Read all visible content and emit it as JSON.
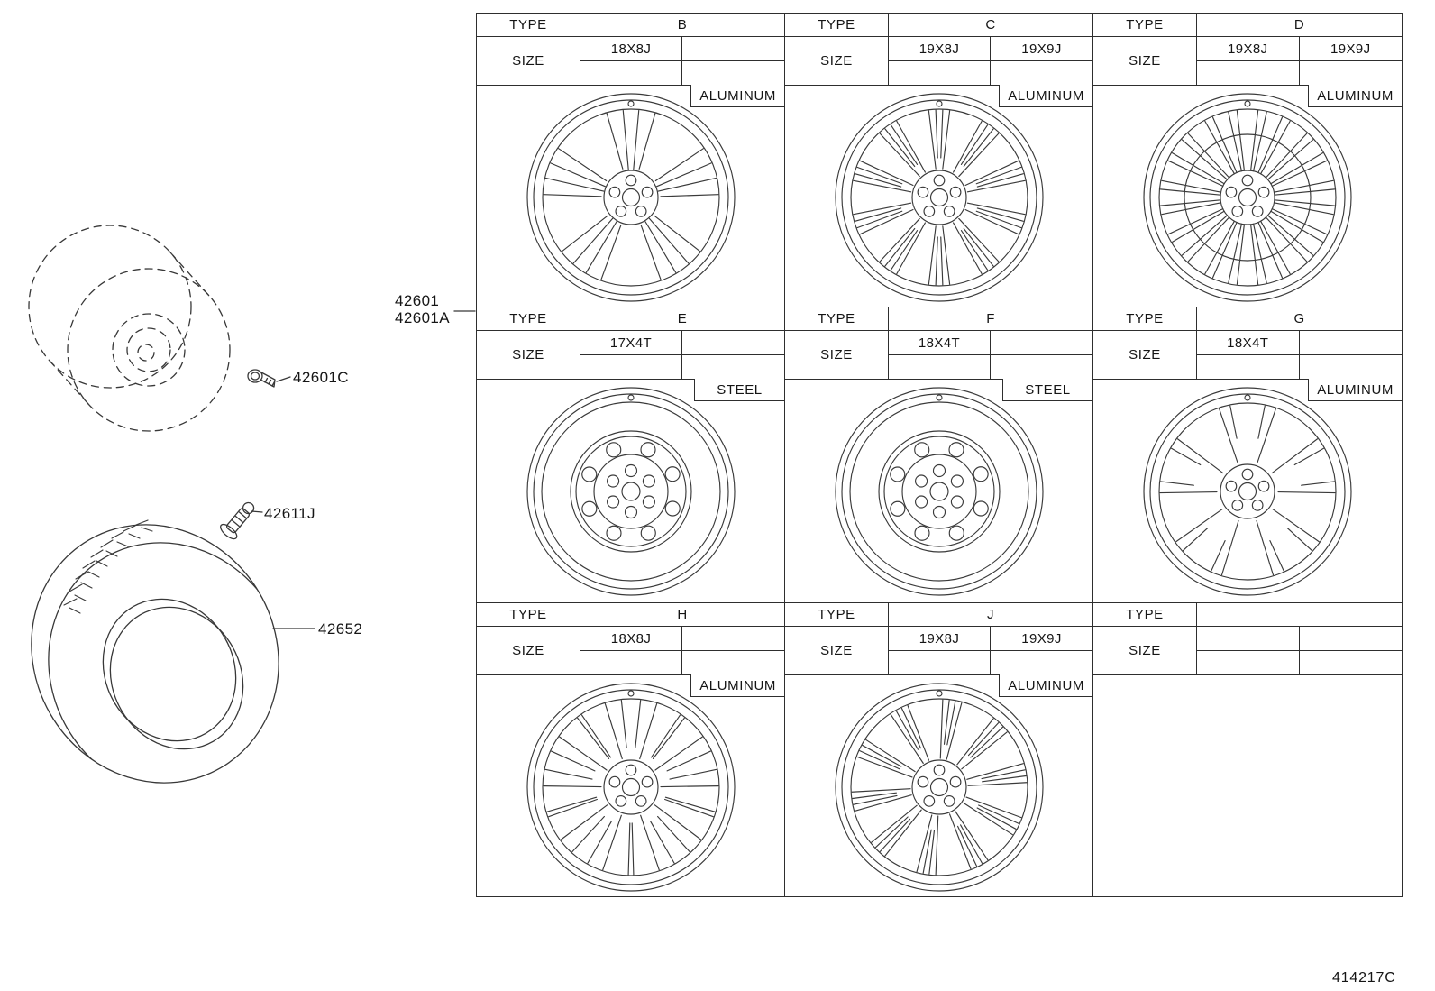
{
  "left_panel": {
    "labels": {
      "wheel_assembly": "42601",
      "wheel_assembly_alt": "42601A",
      "wheel_nut": "42601C",
      "valve": "42611J",
      "tire": "42652"
    }
  },
  "table": {
    "type_header": "TYPE",
    "size_header": "SIZE",
    "cells": [
      {
        "type": "B",
        "size1": "18X8J",
        "size2": "",
        "material": "ALUMINUM"
      },
      {
        "type": "C",
        "size1": "19X8J",
        "size2": "19X9J",
        "material": "ALUMINUM"
      },
      {
        "type": "D",
        "size1": "19X8J",
        "size2": "19X9J",
        "material": "ALUMINUM"
      },
      {
        "type": "E",
        "size1": "17X4T",
        "size2": "",
        "material": "STEEL"
      },
      {
        "type": "F",
        "size1": "18X4T",
        "size2": "",
        "material": "STEEL"
      },
      {
        "type": "G",
        "size1": "18X4T",
        "size2": "",
        "material": "ALUMINUM"
      },
      {
        "type": "H",
        "size1": "18X8J",
        "size2": "",
        "material": "ALUMINUM"
      },
      {
        "type": "J",
        "size1": "19X8J",
        "size2": "19X9J",
        "material": "ALUMINUM"
      },
      {
        "type": "",
        "size1": "",
        "size2": "",
        "material": ""
      }
    ]
  },
  "footer": {
    "diagram_code": "414217C"
  }
}
